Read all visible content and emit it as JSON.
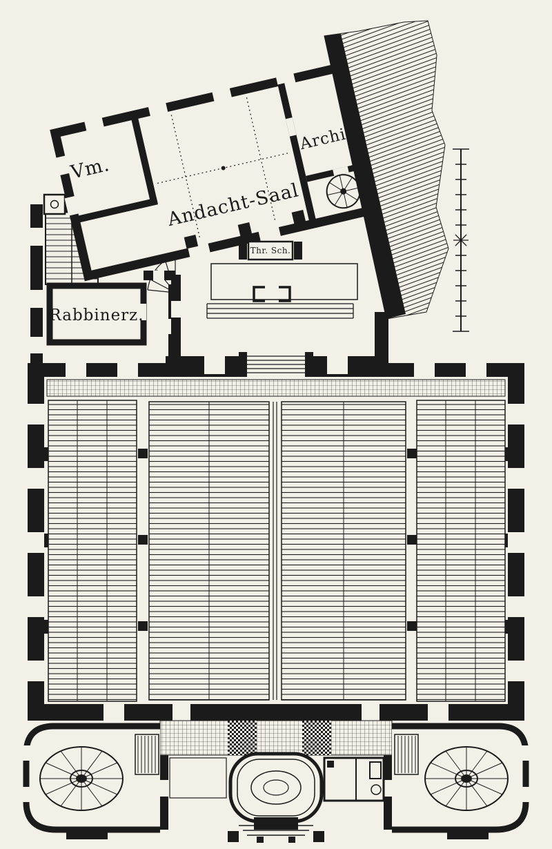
{
  "page": {
    "paper_color": "#f3f0e8",
    "ink_color": "#1b1b1b"
  },
  "plan": {
    "labels": {
      "vm": "Vm.",
      "andacht_saal": "Andacht-Saal",
      "archiv": "Archiv.",
      "rabbinerzimmer": "Rabbinerz.",
      "thora_schrein": "Thr. Sch."
    }
  }
}
